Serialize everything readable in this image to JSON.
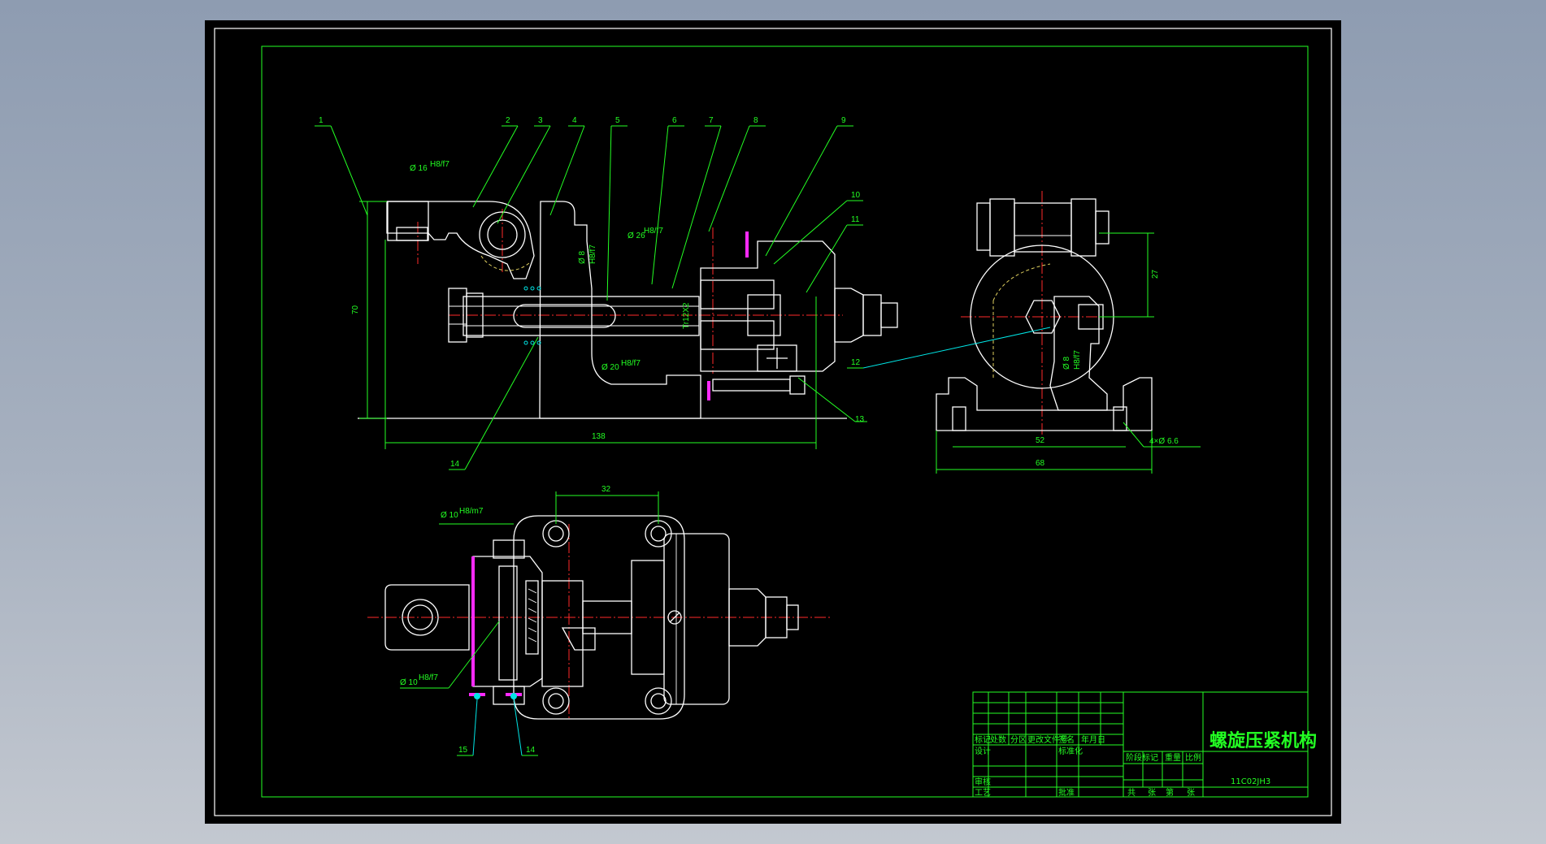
{
  "drawing": {
    "title": "螺旋压紧机构",
    "drawing_no": "11C02JH3"
  },
  "balloons": [
    "1",
    "2",
    "3",
    "4",
    "5",
    "6",
    "7",
    "8",
    "9",
    "10",
    "11",
    "12",
    "13",
    "14",
    "14",
    "15"
  ],
  "dimensions": {
    "height_70": "70",
    "width_138": "138",
    "tr_thread": "Tr12X2",
    "dia_16": "Ø 16",
    "fit_h8f7_1": "H8/f7",
    "dia_20": "Ø 20",
    "fit_h8f7_2": "H8/f7",
    "dia_8": "Ø 8",
    "fit_h8f7_3": "H8/f7",
    "dia_26": "Ø 26",
    "fit_h8f7_4": "H8/f7",
    "side_27": "27",
    "side_8": "Ø 8",
    "fit_h8f7_5": "H8/f7",
    "side_52": "52",
    "side_68": "68",
    "holes": "4×Ø 6.6",
    "top_32": "32",
    "top_dia_10a": "Ø 10",
    "fit_h8m7": "H8/m7",
    "top_dia_10b": "Ø 10",
    "fit_h8f7_6": "H8/f7"
  },
  "title_block": {
    "row_labels": [
      "标记",
      "处数",
      "分区",
      "更改文件号",
      "签名",
      "年月日"
    ],
    "design": "设计",
    "standardize": "标准化",
    "check": "审核",
    "process": "工艺",
    "approve": "批准",
    "stage_labels": [
      "阶段标记",
      "重量",
      "比例"
    ],
    "sheet_labels": [
      "共",
      "张",
      "第",
      "张"
    ]
  }
}
